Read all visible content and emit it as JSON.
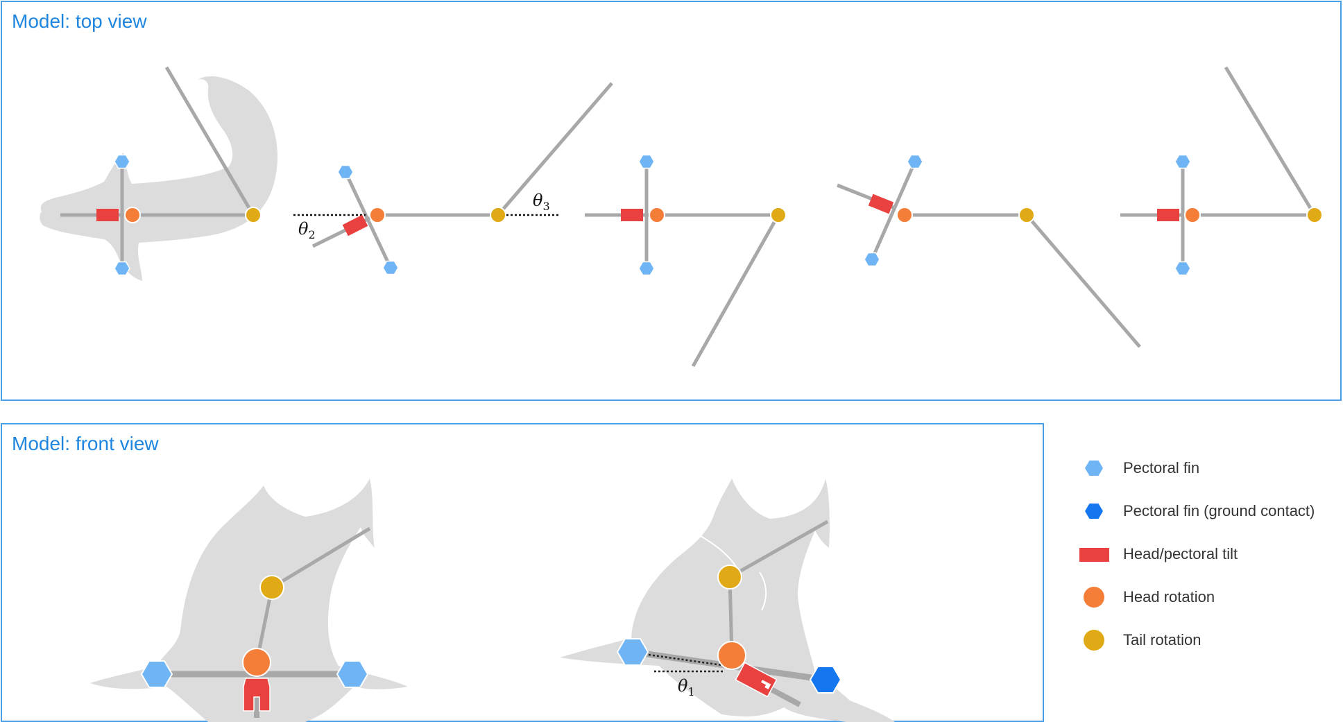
{
  "panels": {
    "top": {
      "title": "Model: top view"
    },
    "front": {
      "title": "Model: front view"
    }
  },
  "angles": {
    "theta1": {
      "symbol": "θ",
      "sub": "1"
    },
    "theta2": {
      "symbol": "θ",
      "sub": "2"
    },
    "theta3": {
      "symbol": "θ",
      "sub": "3"
    }
  },
  "legend": {
    "pectoral_fin": "Pectoral fin",
    "pectoral_fin_contact": "Pectoral fin (ground contact)",
    "head_tilt": "Head/pectoral tilt",
    "head_rotation": "Head rotation",
    "tail_rotation": "Tail rotation"
  },
  "colors": {
    "frame": "#4a9ee6",
    "title": "#1f86e0",
    "pectoral_fin": "#6fb4f5",
    "pectoral_fin_contact": "#1576f0",
    "head_tilt": "#e8413f",
    "head_rotation": "#f47d38",
    "tail_rotation": "#e0aa16",
    "rod": "#a8a8a8",
    "body": "#dcdcdc"
  }
}
